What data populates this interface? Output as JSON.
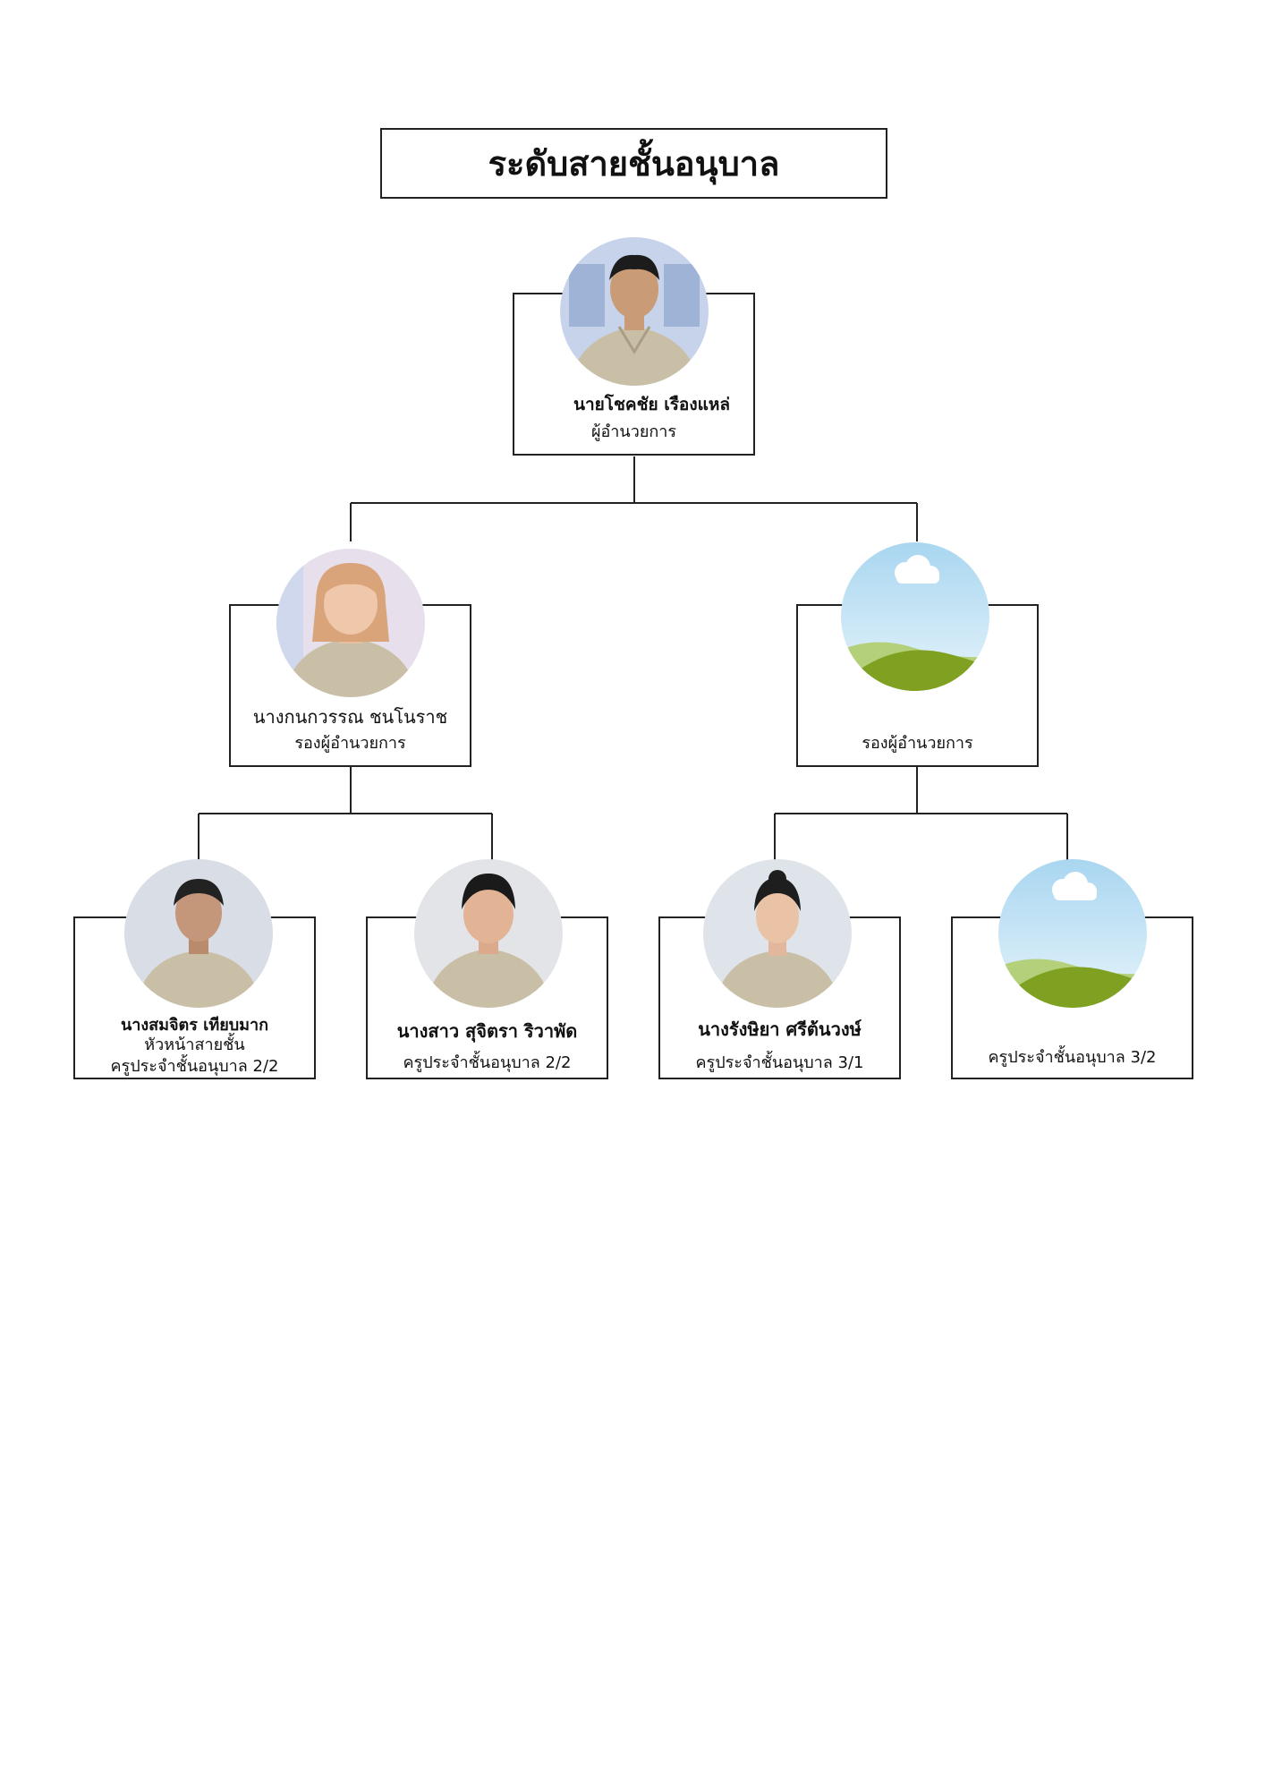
{
  "title": "ระดับสายชั้นอนุบาล",
  "director": {
    "name": "นายโชคชัย เรืองแหล่",
    "role": "ผู้อำนวยการ"
  },
  "deputy_left": {
    "name": "นางกนกวรรณ  ชนโนราช",
    "role": "รองผู้อำนวยการ"
  },
  "deputy_right": {
    "role": "รองผู้อำนวยการ"
  },
  "teachers": [
    {
      "name": "นางสมจิตร  เทียบมาก",
      "role": "หัวหน้าสายชั้น",
      "role2": "ครูประจำชั้นอนุบาล 2/2"
    },
    {
      "name": "นางสาว สุจิตรา  ริวาพัด",
      "role": "ครูประจำชั้นอนุบาล 2/2"
    },
    {
      "name": "นางรังษิยา  ศรีต้นวงษ์",
      "role": "ครูประจำชั้นอนุบาล 3/1"
    },
    {
      "role": "ครูประจำชั้นอนุบาล 3/2"
    }
  ],
  "colors": {
    "uniform": "#c9bfa6",
    "sky": "#bfe1f3",
    "grass": "#7fa020"
  }
}
